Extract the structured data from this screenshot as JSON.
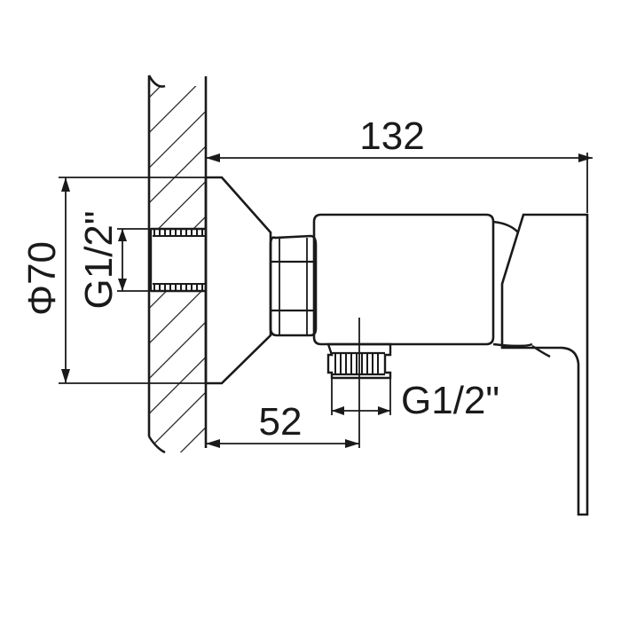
{
  "diagram": {
    "dimensions": {
      "overall_length": "132",
      "outlet_offset": "52",
      "flange_diameter": "Φ70",
      "inlet_thread": "G1/2\"",
      "outlet_thread": "G1/2\""
    },
    "colors": {
      "stroke": "#1a1a1a",
      "background": "#ffffff"
    }
  }
}
